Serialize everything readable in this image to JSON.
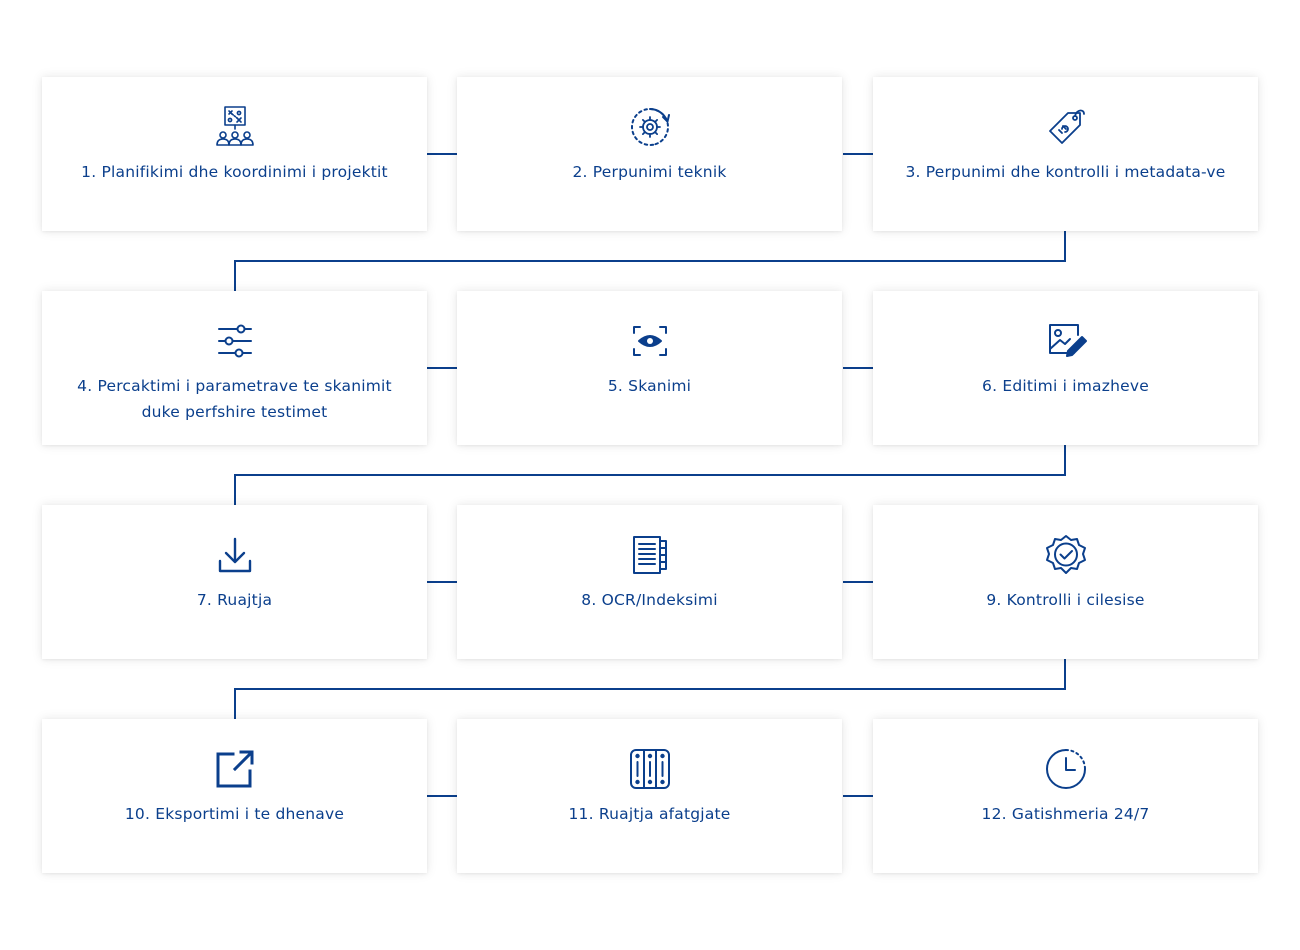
{
  "colors": {
    "accent": "#0b3f8c",
    "card_background": "#ffffff",
    "page_background": "#ffffff"
  },
  "steps": [
    {
      "label": "1. Planifikimi dhe koordinimi i projektit",
      "icon": "team-planning-icon"
    },
    {
      "label": "2. Perpunimi teknik",
      "icon": "gear-cycle-icon"
    },
    {
      "label": "3. Perpunimi dhe kontrolli i metadata-ve",
      "icon": "tag-icon"
    },
    {
      "label": "4. Percaktimi i parametrave te skanimit duke perfshire testimet",
      "icon": "sliders-icon"
    },
    {
      "label": "5. Skanimi",
      "icon": "eye-scan-icon"
    },
    {
      "label": "6. Editimi i imazheve",
      "icon": "image-edit-icon"
    },
    {
      "label": "7. Ruajtja",
      "icon": "download-icon"
    },
    {
      "label": "8. OCR/Indeksimi",
      "icon": "document-index-icon"
    },
    {
      "label": "9. Kontrolli i cilesise",
      "icon": "quality-badge-icon"
    },
    {
      "label": "10. Eksportimi i te dhenave",
      "icon": "export-icon"
    },
    {
      "label": "11. Ruajtja afatgjate",
      "icon": "archive-icon"
    },
    {
      "label": "12. Gatishmeria 24/7",
      "icon": "clock-icon"
    }
  ]
}
